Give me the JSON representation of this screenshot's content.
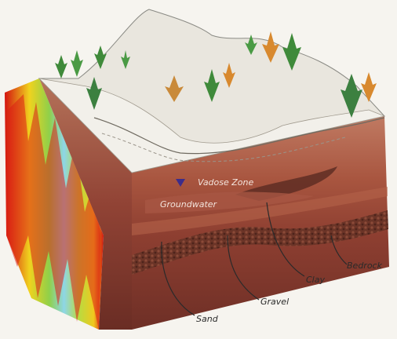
{
  "labels": {
    "vadose_zone": "Vadose Zone",
    "groundwater": "Groundwater",
    "clay": "Clay",
    "bedrock": "Bedrock",
    "gravel": "Gravel",
    "sand": "Sand"
  },
  "colors": {
    "mountain": "#e8e6df",
    "snow_ground": "#f2f1ec",
    "soil_top": "#b96a52",
    "soil_mid": "#9a4a3b",
    "gravel": "#6e3a2c",
    "bedrock": "#7a3c30",
    "sensor_red": "#e0231a",
    "sensor_yellow": "#f2e230",
    "sensor_green": "#6cc24a",
    "sensor_cyan": "#7fd0e0",
    "tree_green": "#3f8a3a",
    "tree_orange": "#d8892e",
    "label_text": "#f3e3dc",
    "callout_text": "#2a2a2a"
  }
}
